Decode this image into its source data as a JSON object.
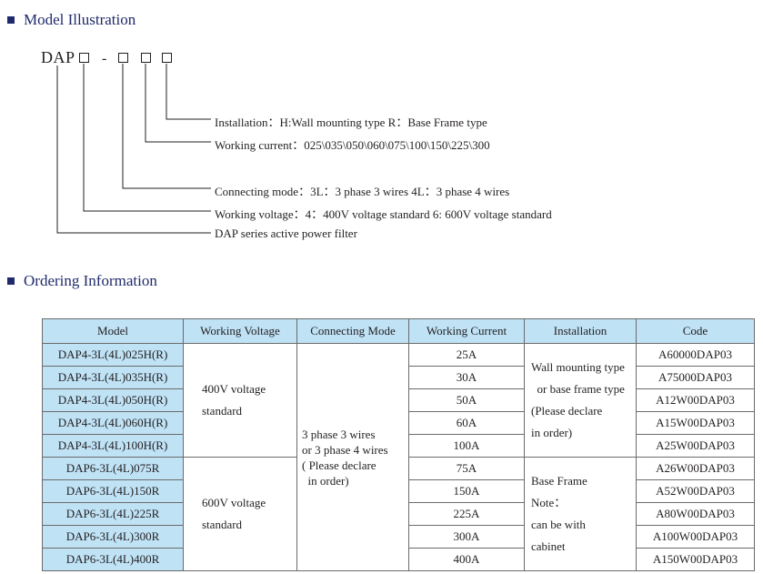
{
  "sections": {
    "model_illustration": "Model Illustration",
    "ordering_information": "Ordering Information"
  },
  "illustration": {
    "prefix": "DAP",
    "separator": "-",
    "labels": {
      "installation": "Installation：H:Wall mounting type  R：Base Frame type",
      "working_current": "Working current：025\\035\\050\\060\\075\\100\\150\\225\\300",
      "connecting_mode": "Connecting mode：3L：3 phase 3 wires   4L：3 phase 4 wires",
      "working_voltage": "Working voltage：4：400V voltage standard   6: 600V voltage standard",
      "series": "DAP series active power filter"
    }
  },
  "table": {
    "headers": [
      "Model",
      "Working Voltage",
      "Connecting Mode",
      "Working Current",
      "Installation",
      "Code"
    ],
    "models": [
      "DAP4-3L(4L)025H(R)",
      "DAP4-3L(4L)035H(R)",
      "DAP4-3L(4L)050H(R)",
      "DAP4-3L(4L)060H(R)",
      "DAP4-3L(4L)100H(R)",
      "DAP6-3L(4L)075R",
      "DAP6-3L(4L)150R",
      "DAP6-3L(4L)225R",
      "DAP6-3L(4L)300R",
      "DAP6-3L(4L)400R"
    ],
    "currents": [
      "25A",
      "30A",
      "50A",
      "60A",
      "100A",
      "75A",
      "150A",
      "225A",
      "300A",
      "400A"
    ],
    "codes": [
      "A60000DAP03",
      "A75000DAP03",
      "A12W00DAP03",
      "A15W00DAP03",
      "A25W00DAP03",
      "A26W00DAP03",
      "A52W00DAP03",
      "A80W00DAP03",
      "A100W00DAP03",
      "A150W00DAP03"
    ],
    "voltage_400": [
      "400V voltage",
      "standard"
    ],
    "voltage_600": [
      "600V voltage",
      "standard"
    ],
    "connecting_mode": [
      "3 phase 3 wires",
      "or 3 phase 4 wires",
      "( Please declare",
      "  in order)"
    ],
    "install_wall": [
      "Wall mounting type",
      "  or base frame type",
      "(Please declare",
      "in order)"
    ],
    "install_base": [
      "Base Frame",
      "Note：",
      "can be with",
      "cabinet"
    ]
  }
}
